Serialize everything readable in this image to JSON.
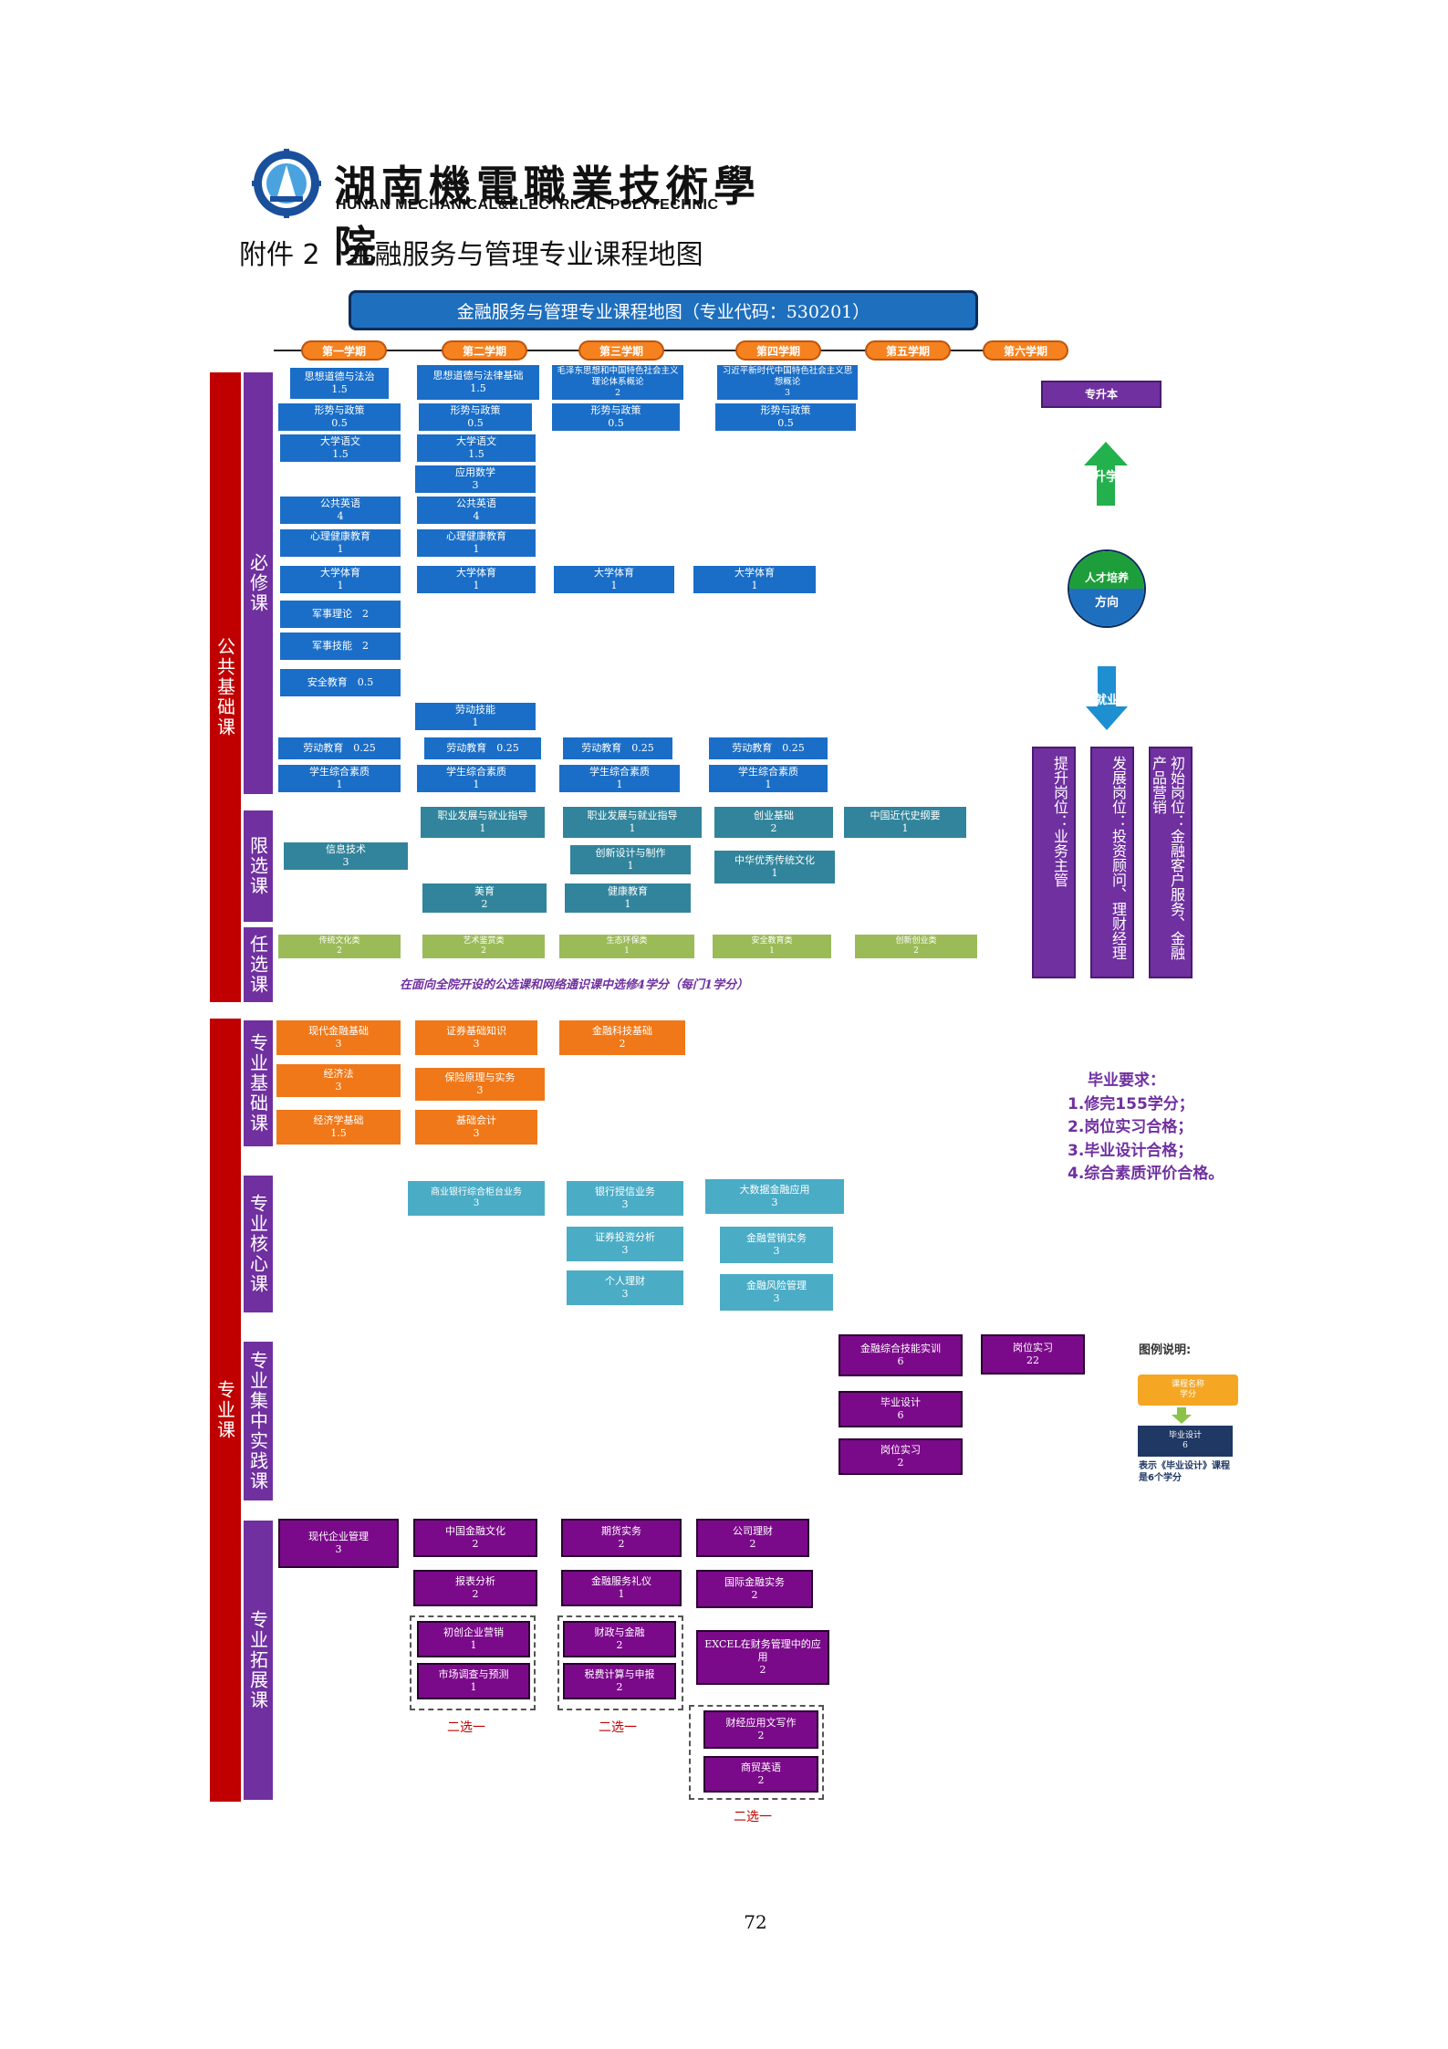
{
  "header": {
    "logo_cn": "湖南機電職業技術學院",
    "logo_en": "HUNAN MECHANICAL&ELECTRICAL POLYTECHNIC",
    "page_title": "附件 2　金融服务与管理专业课程地图"
  },
  "map_title": "金融服务与管理专业课程地图（专业代码：530201）",
  "semesters": [
    "第一学期",
    "第二学期",
    "第三学期",
    "第四学期",
    "第五学期",
    "第六学期"
  ],
  "categories": {
    "public": "公共基础课",
    "required": "必修课",
    "limited": "限选课",
    "elective": "任选课",
    "major": "专业课",
    "major_basic": "专业基础课",
    "major_core": "专业核心课",
    "major_practice": "专业集中实践课",
    "major_ext": "专业拓展课"
  },
  "public_required": {
    "s1": [
      {
        "name": "思想道德与法治",
        "credit": "1.5"
      },
      {
        "name": "形势与政策",
        "credit": "0.5"
      },
      {
        "name": "大学语文",
        "credit": "1.5"
      },
      {
        "name": "公共英语",
        "credit": "4"
      },
      {
        "name": "心理健康教育",
        "credit": "1"
      },
      {
        "name": "大学体育",
        "credit": "1"
      },
      {
        "name": "军事理论　2",
        "credit": ""
      },
      {
        "name": "军事技能　2",
        "credit": ""
      },
      {
        "name": "安全教育　0.5",
        "credit": ""
      },
      {
        "name": "劳动教育　0.25",
        "credit": ""
      },
      {
        "name": "学生综合素质",
        "credit": "1"
      }
    ],
    "s2": [
      {
        "name": "思想道德与法律基础",
        "credit": "1.5"
      },
      {
        "name": "形势与政策",
        "credit": "0.5"
      },
      {
        "name": "大学语文",
        "credit": "1.5"
      },
      {
        "name": "应用数学",
        "credit": "3"
      },
      {
        "name": "公共英语",
        "credit": "4"
      },
      {
        "name": "心理健康教育",
        "credit": "1"
      },
      {
        "name": "大学体育",
        "credit": "1"
      },
      {
        "name": "劳动技能",
        "credit": "1"
      },
      {
        "name": "劳动教育　0.25",
        "credit": ""
      },
      {
        "name": "学生综合素质",
        "credit": "1"
      }
    ],
    "s3": [
      {
        "name": "毛泽东思想和中国特色社会主义理论体系概论",
        "credit": "2"
      },
      {
        "name": "形势与政策",
        "credit": "0.5"
      },
      {
        "name": "大学体育",
        "credit": "1"
      },
      {
        "name": "劳动教育　0.25",
        "credit": ""
      },
      {
        "name": "学生综合素质",
        "credit": "1"
      }
    ],
    "s4": [
      {
        "name": "习近平新时代中国特色社会主义思想概论",
        "credit": "3"
      },
      {
        "name": "形势与政策",
        "credit": "0.5"
      },
      {
        "name": "大学体育",
        "credit": "1"
      },
      {
        "name": "劳动教育　0.25",
        "credit": ""
      },
      {
        "name": "学生综合素质",
        "credit": "1"
      }
    ]
  },
  "public_limited": [
    {
      "name": "信息技术",
      "credit": "3"
    },
    {
      "name": "职业发展与就业指导",
      "credit": "1"
    },
    {
      "name": "美育",
      "credit": "2"
    },
    {
      "name": "职业发展与就业指导",
      "credit": "1"
    },
    {
      "name": "创新设计与制作",
      "credit": "1"
    },
    {
      "name": "健康教育",
      "credit": "1"
    },
    {
      "name": "创业基础",
      "credit": "2"
    },
    {
      "name": "中华优秀传统文化",
      "credit": "1"
    },
    {
      "name": "中国近代史纲要",
      "credit": "1"
    }
  ],
  "public_elective": [
    {
      "name": "传统文化类",
      "credit": "2"
    },
    {
      "name": "艺术鉴赏类",
      "credit": "2"
    },
    {
      "name": "生态环保类",
      "credit": "1"
    },
    {
      "name": "安全教育类",
      "credit": "1"
    },
    {
      "name": "创新创业类",
      "credit": "2"
    }
  ],
  "elective_note": "在面向全院开设的公选课和网络通识课中选修4学分（每门1学分）",
  "pathway": {
    "upgrade_box": "专升本",
    "up_arrow": "升学",
    "circle_top": "人才培养",
    "circle_bottom": "方向",
    "down_arrow": "就业",
    "positions": [
      "提升岗位：业务主管",
      "发展岗位：投资顾问、理财经理",
      "初始岗位：金融客户服务、金融产品营销"
    ]
  },
  "major_basic": [
    {
      "name": "现代金融基础",
      "credit": "3"
    },
    {
      "name": "经济法",
      "credit": "3"
    },
    {
      "name": "经济学基础",
      "credit": "1.5"
    },
    {
      "name": "证券基础知识",
      "credit": "3"
    },
    {
      "name": "保险原理与实务",
      "credit": "3"
    },
    {
      "name": "基础会计",
      "credit": "3"
    },
    {
      "name": "金融科技基础",
      "credit": "2"
    }
  ],
  "requirements": {
    "title": "毕业要求：",
    "items": [
      "1.修完155学分；",
      "2.岗位实习合格；",
      "3.毕业设计合格；",
      "4.综合素质评价合格。"
    ]
  },
  "major_core": [
    {
      "name": "商业银行综合柜台业务",
      "credit": "3"
    },
    {
      "name": "银行授信业务",
      "credit": "3"
    },
    {
      "name": "证券投资分析",
      "credit": "3"
    },
    {
      "name": "个人理财",
      "credit": "3"
    },
    {
      "name": "大数据金融应用",
      "credit": "3"
    },
    {
      "name": "金融营销实务",
      "credit": "3"
    },
    {
      "name": "金融风险管理",
      "credit": "3"
    }
  ],
  "major_practice": [
    {
      "name": "金融综合技能实训",
      "credit": "6"
    },
    {
      "name": "毕业设计",
      "credit": "6"
    },
    {
      "name": "岗位实习",
      "credit": "2"
    },
    {
      "name": "岗位实习",
      "credit": "22"
    }
  ],
  "legend": {
    "title": "图例说明:",
    "sample_top_name": "课程名称",
    "sample_top_credit": "学分",
    "sample_bottom_name": "毕业设计",
    "sample_bottom_credit": "6",
    "note": "表示《毕业设计》课程是6个学分"
  },
  "major_ext": [
    {
      "name": "现代企业管理",
      "credit": "3"
    },
    {
      "name": "中国金融文化",
      "credit": "2"
    },
    {
      "name": "报表分析",
      "credit": "2"
    },
    {
      "name": "初创企业营销",
      "credit": "1"
    },
    {
      "name": "市场调查与预测",
      "credit": "1"
    },
    {
      "name": "期货实务",
      "credit": "2"
    },
    {
      "name": "金融服务礼仪",
      "credit": "1"
    },
    {
      "name": "财政与金融",
      "credit": "2"
    },
    {
      "name": "税费计算与申报",
      "credit": "2"
    },
    {
      "name": "公司理财",
      "credit": "2"
    },
    {
      "name": "国际金融实务",
      "credit": "2"
    },
    {
      "name": "EXCEL在财务管理中的应用",
      "credit": "2"
    },
    {
      "name": "财经应用文写作",
      "credit": "2"
    },
    {
      "name": "商贸英语",
      "credit": "2"
    }
  ],
  "choose_one": "二选一",
  "page_number": "72",
  "colors": {
    "red": "#c00000",
    "purple": "#7030a0",
    "blue": "#1a6ec7",
    "teal": "#31849b",
    "green": "#9bbb59",
    "orange": "#f07818",
    "cyan": "#4bacc6",
    "dark_purple": "#7b0a8a"
  }
}
